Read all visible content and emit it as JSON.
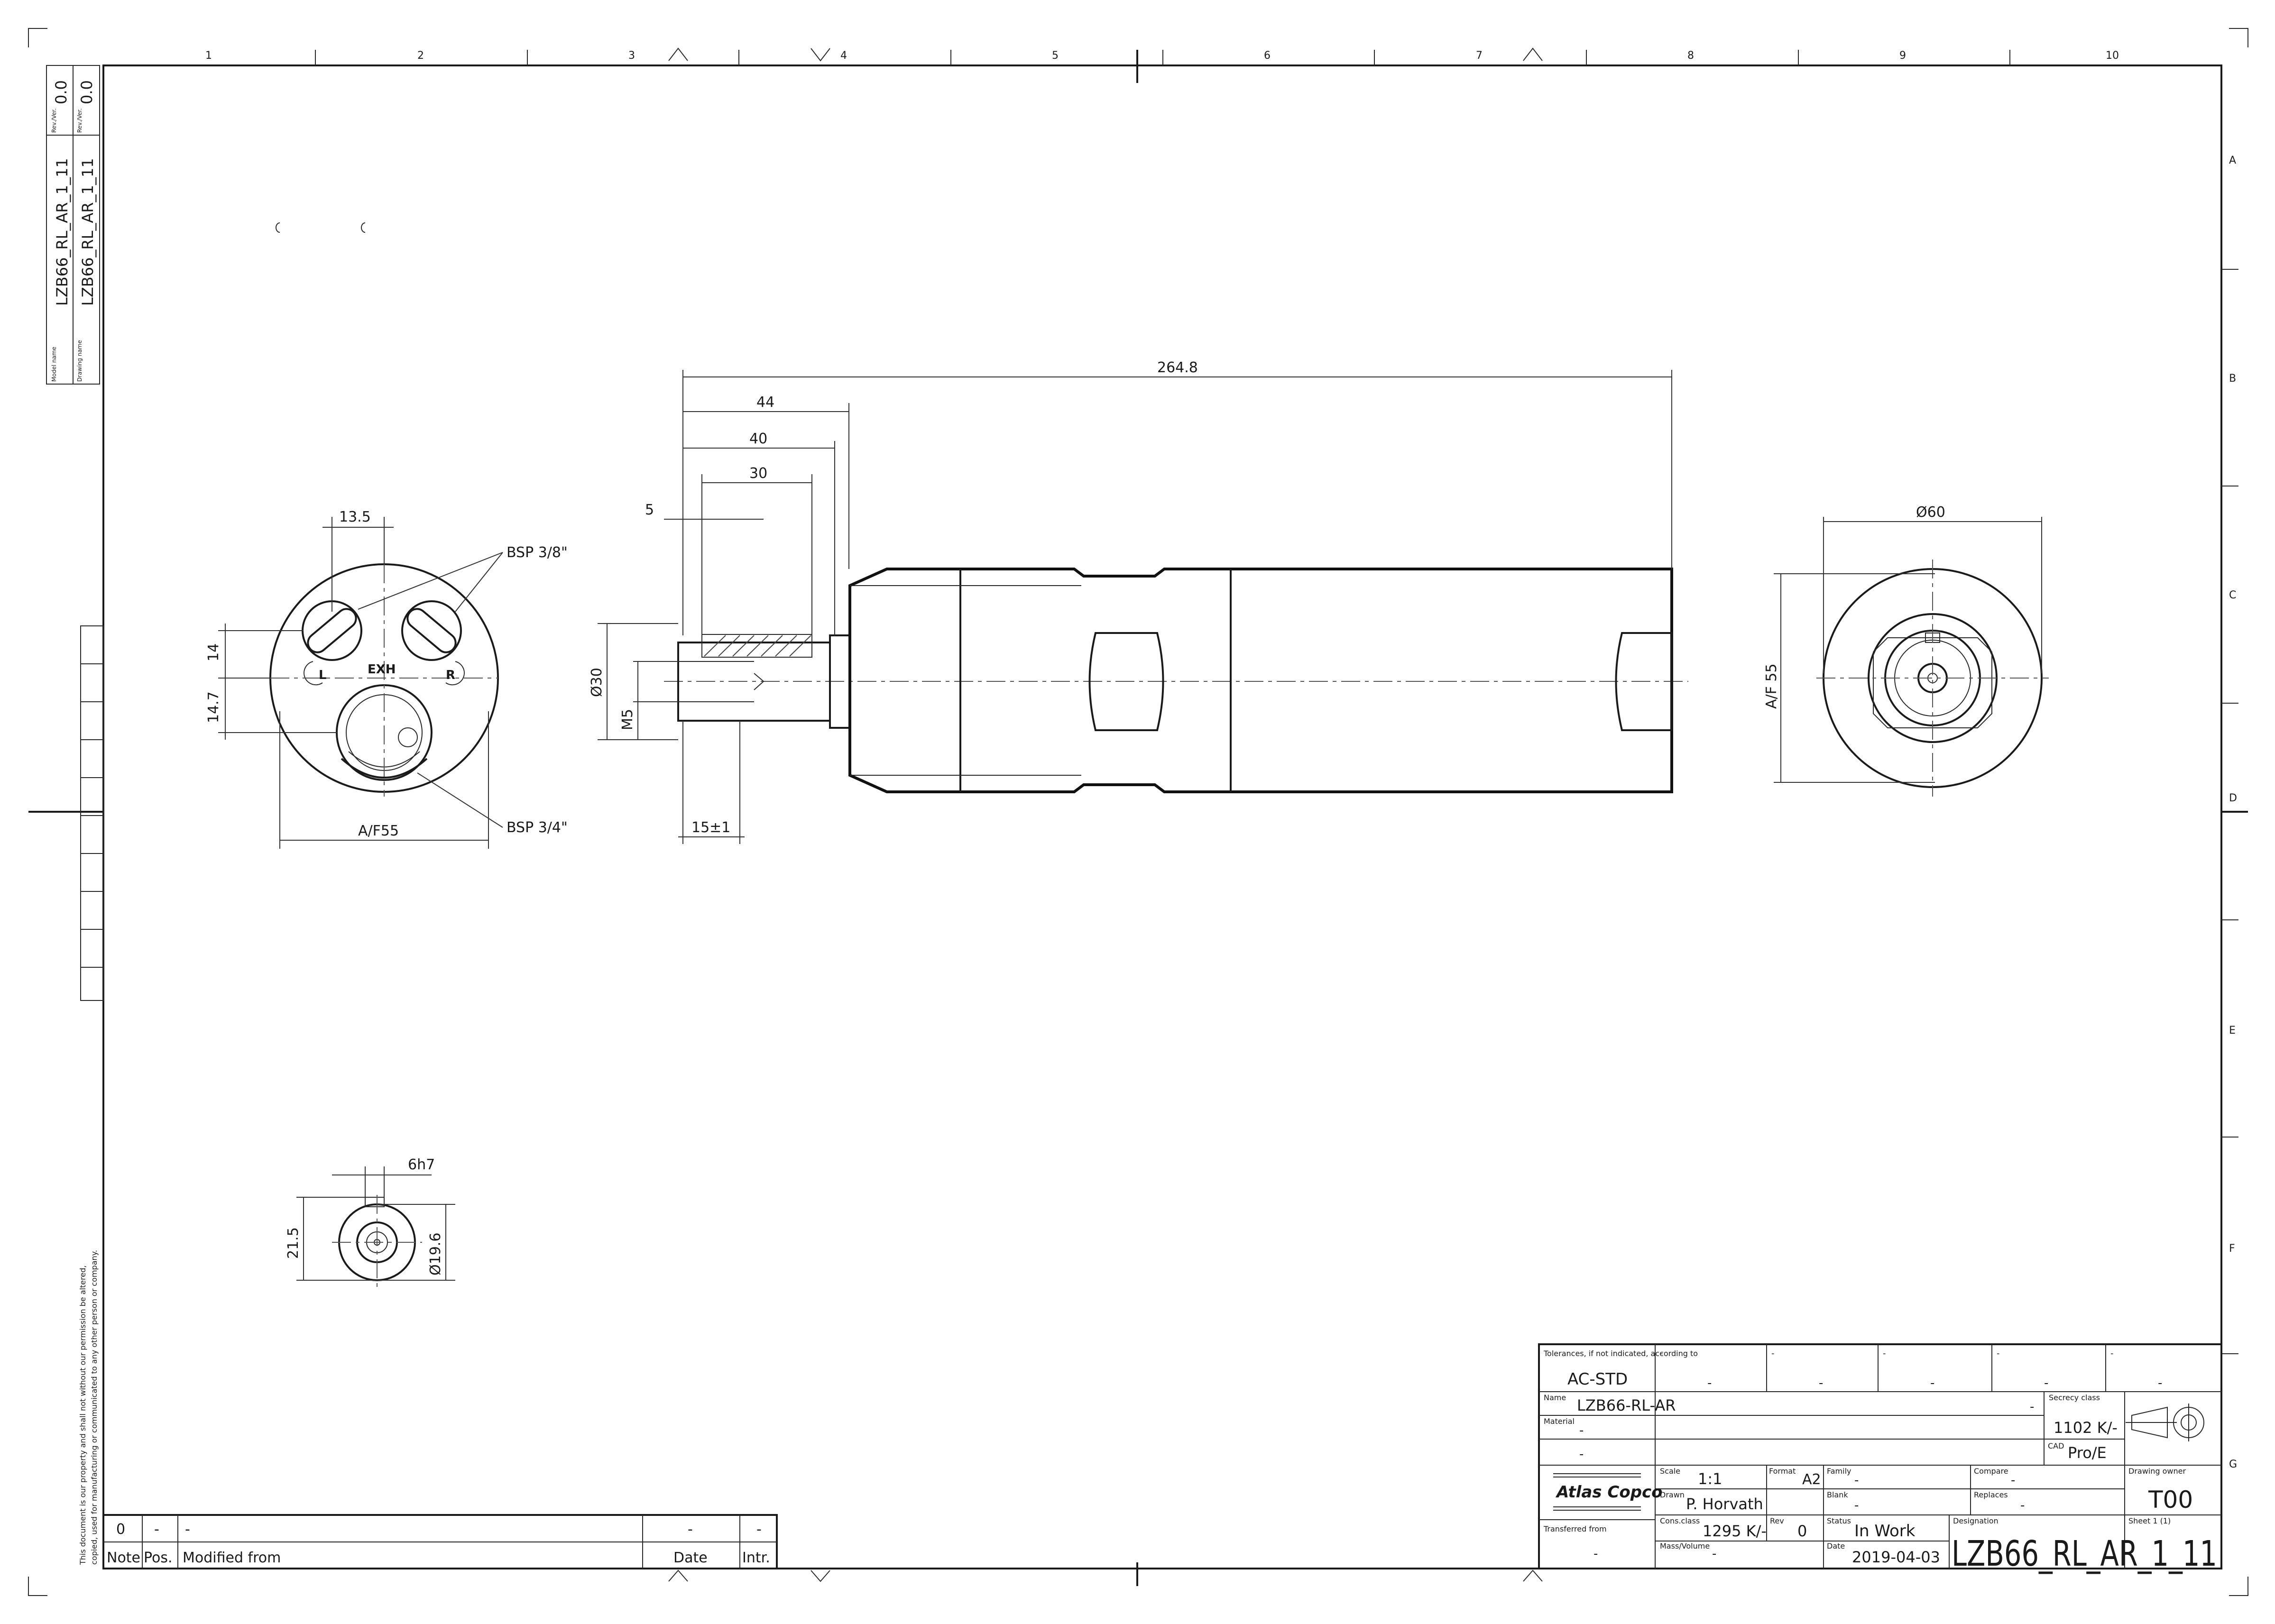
{
  "frame": {
    "columns": [
      "1",
      "2",
      "3",
      "4",
      "5",
      "6",
      "7",
      "8",
      "9",
      "10"
    ],
    "rows": [
      "A",
      "B",
      "C",
      "D",
      "E",
      "F",
      "G"
    ]
  },
  "side_stamp": {
    "model_label": "Model name",
    "model_value": "LZB66_RL_AR_1_11",
    "drawing_label": "Drawing name",
    "drawing_value": "LZB66_RL_AR_1_11",
    "rev_label": "Rev./Ver.",
    "rev_value_1": "0.0",
    "rev_value_2": "0.0"
  },
  "copyright_line1": "This document is our property and shall not without our permission be altered,",
  "copyright_line2": "copied, used for manufacturing or communicated to any other person or company.",
  "views": {
    "end_view": {
      "dim_13_5": "13.5",
      "dim_14": "14",
      "dim_14_7": "14.7",
      "dim_af55": "A/F55",
      "bsp_38": "BSP 3/8\"",
      "bsp_34": "BSP 3/4\"",
      "port_left": "L",
      "port_exh": "EXH",
      "port_right": "R"
    },
    "side_view": {
      "dim_264_8": "264.8",
      "dim_44": "44",
      "dim_40": "40",
      "dim_30": "30",
      "dim_5": "5",
      "dim_dia30": "Ø30",
      "dim_m5": "M5",
      "dim_15": "15±1"
    },
    "rear_view": {
      "dim_dia60": "Ø60",
      "dim_af55": "A/F 55"
    },
    "detail_view": {
      "dim_6h7": "6h7",
      "dim_21_5": "21.5",
      "dim_dia19_6": "Ø19.6"
    }
  },
  "revision_block": {
    "row_note": "0",
    "row_pos": "-",
    "row_modified": "-",
    "row_date": "-",
    "row_intr": "-",
    "hdr_note": "Note",
    "hdr_pos": "Pos.",
    "hdr_modified": "Modified from",
    "hdr_date": "Date",
    "hdr_intr": "Intr."
  },
  "title_block": {
    "tolerances_label": "Tolerances, if not indicated, according to",
    "tolerances_value": "AC-STD",
    "dash": "-",
    "name_label": "Name",
    "name_value": "LZB66-RL-AR",
    "material_label": "Material",
    "material_value": "-",
    "secrecy_label": "Secrecy class",
    "secrecy_value": "1102 K/-",
    "cad_label": "CAD",
    "cad_value": "Pro/E",
    "logo_text": "Atlas Copco",
    "scale_label": "Scale",
    "scale_value": "1:1",
    "format_label": "Format",
    "format_value": "A2",
    "family_label": "Family",
    "family_value": "-",
    "compare_label": "Compare",
    "compare_value": "-",
    "owner_label": "Drawing owner",
    "owner_value": "T00",
    "drawn_label": "Drawn",
    "drawn_value": "P. Horvath",
    "blank_label": "Blank",
    "blank_value": "-",
    "replaces_label": "Replaces",
    "replaces_value": "-",
    "consclass_label": "Cons.class",
    "consclass_value": "1295 K/-",
    "rev_label": "Rev",
    "rev_value": "0",
    "status_label": "Status",
    "status_value": "In Work",
    "designation_label": "Designation",
    "sheet_label": "Sheet 1 (1)",
    "transferred_label": "Transferred from",
    "transferred_value": "-",
    "mass_label": "Mass/Volume",
    "mass_value": "-",
    "date_label": "Date",
    "date_value": "2019-04-03",
    "designation_value": "LZB66_RL_AR_1_11"
  }
}
